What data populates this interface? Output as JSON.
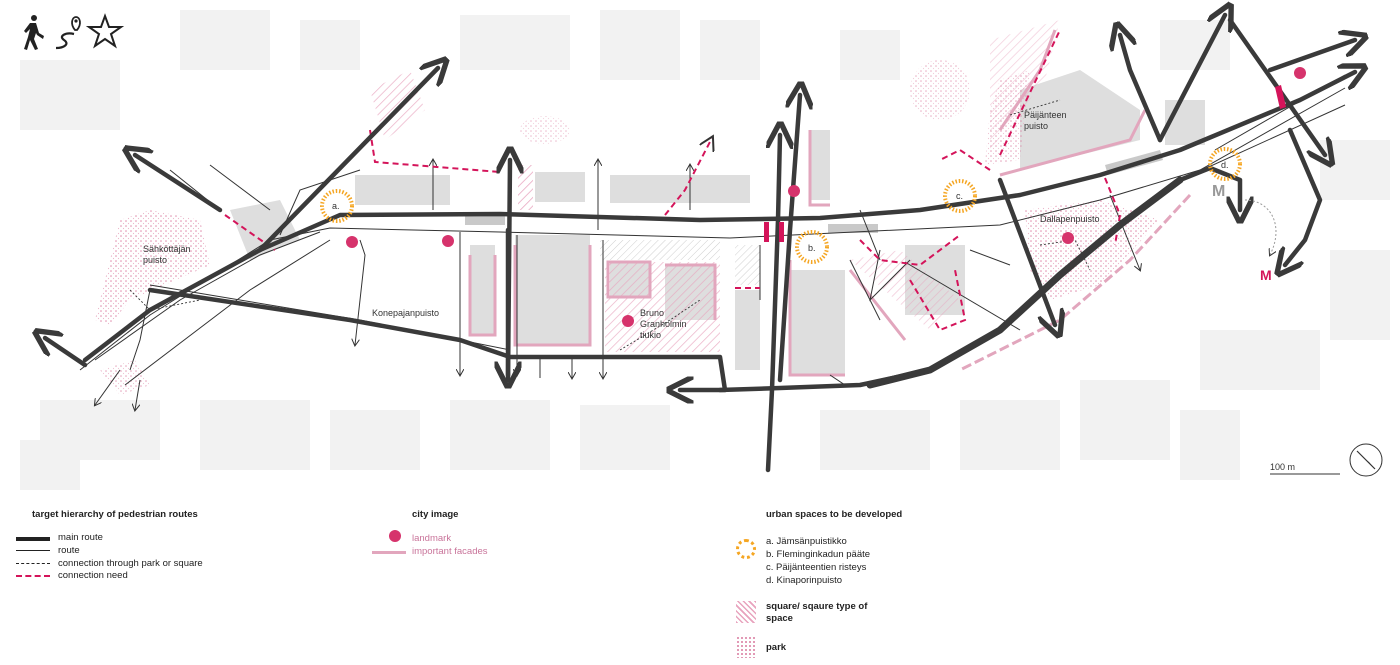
{
  "map": {
    "place_labels": {
      "sahkottajan": "Sähköttäjän puisto",
      "konepajanpuisto": "Konepajanpuisto",
      "bruna": "Bruno Granholmin tiukio",
      "paijanteen": "Päijänteen puisto",
      "dallapen": "Dallapenpuisto"
    },
    "space_markers": [
      "a.",
      "b.",
      "c.",
      "d."
    ],
    "metro_labels": [
      "M",
      "M"
    ],
    "scale_label": "100 m",
    "icons": [
      "pedestrian-icon",
      "route-pin-icon",
      "star-icon"
    ]
  },
  "legend": {
    "routes": {
      "title": "target hierarchy of pedestrian routes",
      "items": [
        "main route",
        "route",
        "connection through park or square",
        "connection need"
      ]
    },
    "city_image": {
      "title": "city image",
      "items": [
        "landmark",
        "important facades"
      ]
    },
    "urban_spaces": {
      "title": "urban spaces to be developed",
      "items": [
        "a. Jämsänpuistikko",
        "b. Fleminginkadun pääte",
        "c. Päijänteentien risteys",
        "d. Kinaporinpuisto"
      ],
      "square": "square/ sqaure type of space",
      "park": "park"
    }
  },
  "colors": {
    "main_route": "#3a3a3a",
    "connection_need": "#d4145a",
    "landmark": "#d6336c",
    "facade": "#e2a6bd",
    "urban_space_ring": "#f5a623",
    "building": "#dedede"
  }
}
